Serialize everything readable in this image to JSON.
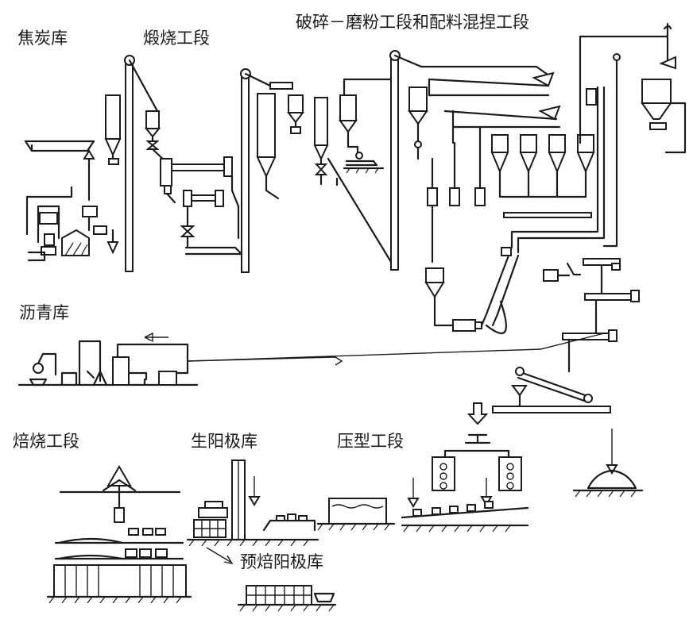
{
  "labels": {
    "coke_storage": "焦炭库",
    "calcining": "煅烧工段",
    "crushing_mixing": "破碎－磨粉工段和配料混捏工段",
    "pitch_storage": "沥青库",
    "baking": "焙烧工段",
    "green_anode_storage": "生阳极库",
    "forming": "压型工段",
    "prebaked_anode_storage": "预焙阳极库"
  },
  "colors": {
    "line": "#1b1b1b",
    "background": "#ffffff"
  }
}
